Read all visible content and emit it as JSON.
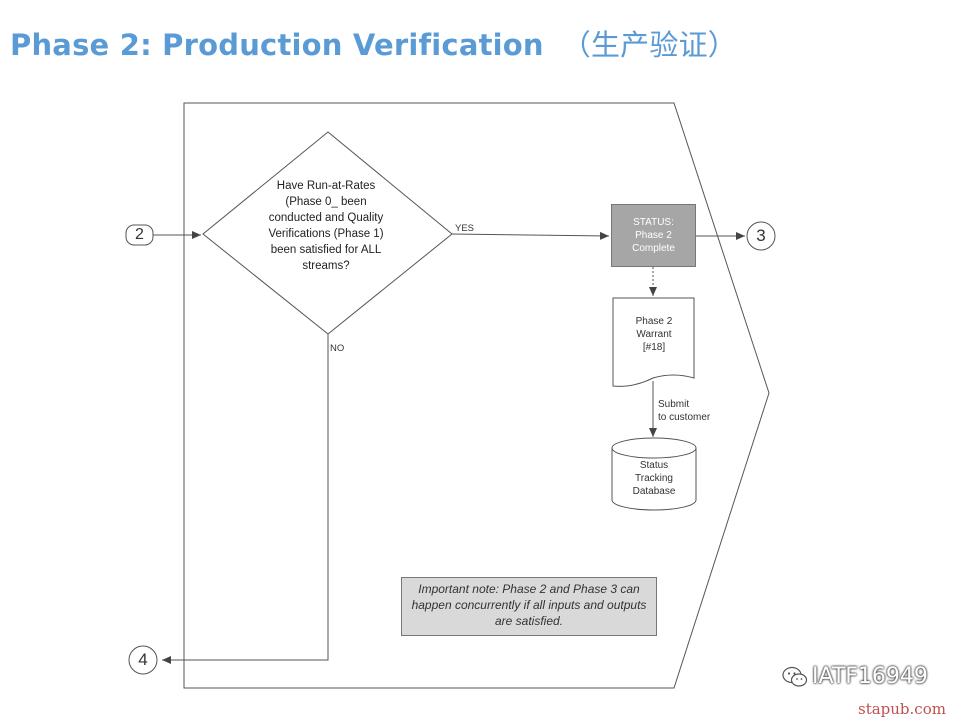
{
  "title": {
    "main": "Phase 2: Production Verification",
    "chinese": "（生产验证）"
  },
  "connectors": {
    "in": "2",
    "out_yes": "3",
    "out_no": "4"
  },
  "decision": {
    "text": "Have Run-at-Rates (Phase 0_ been conducted and Quality Verifications (Phase 1) been satisfied for ALL streams?",
    "yes_label": "YES",
    "no_label": "NO"
  },
  "status_box": {
    "line1": "STATUS:",
    "line2": "Phase 2",
    "line3": "Complete"
  },
  "warrant": {
    "line1": "Phase 2",
    "line2": "Warrant",
    "line3": "[#18]"
  },
  "submit": {
    "line1": "Submit",
    "line2": "to customer"
  },
  "database": {
    "line1": "Status",
    "line2": "Tracking",
    "line3": "Database"
  },
  "note": {
    "text": "Important note: Phase 2 and Phase 3 can happen concurrently if all inputs and outputs are satisfied."
  },
  "watermark": {
    "account": "IATF16949",
    "site": "stapub.com",
    "icon": "wechat-icon"
  },
  "colors": {
    "title": "#5b9bd5",
    "status_fill": "#a6a6a6",
    "note_fill": "#d9d9d9",
    "line": "#555555"
  }
}
